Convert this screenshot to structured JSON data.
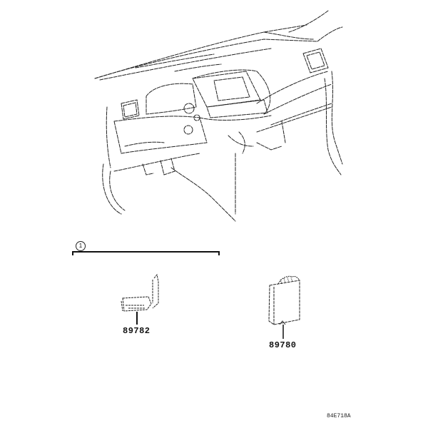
{
  "diagram": {
    "type": "parts-exploded-diagram",
    "overview": {
      "subject": "instrument panel / dashboard overview",
      "icon": "dashboard-line-drawing"
    },
    "group_bracket": {
      "callout_label": "1"
    },
    "parts": [
      {
        "part_number": "89782",
        "icon": "bracket-sensor-part"
      },
      {
        "part_number": "89780",
        "icon": "control-module-box"
      }
    ],
    "reference_code": "84E718A",
    "colors": {
      "line": "#111111",
      "background": "#ffffff"
    }
  }
}
